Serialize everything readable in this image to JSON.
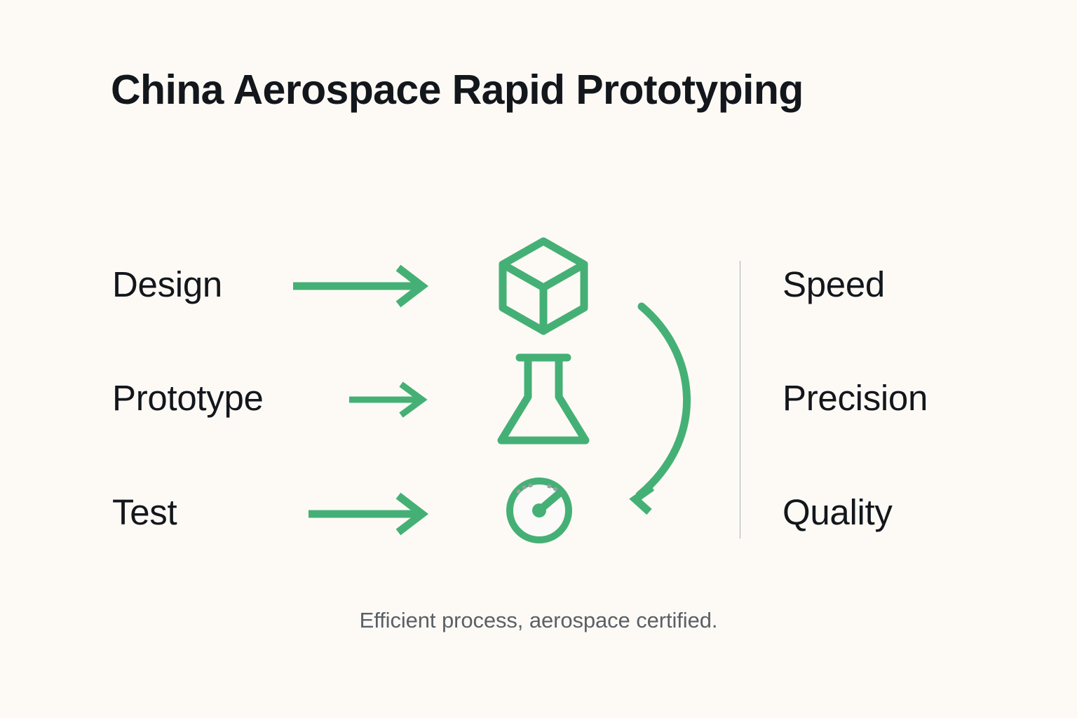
{
  "page": {
    "title": "China Aerospace Rapid Prototyping",
    "caption": "Efficient process, aerospace certified.",
    "background_color": "#fdfaf6",
    "accent_color": "#45b075",
    "text_color": "#13171c",
    "muted_text_color": "#5b6066",
    "divider_color": "#9aa0a6"
  },
  "rows": [
    {
      "step": "Design",
      "benefit": "Speed",
      "icon": "cube-icon",
      "arrow": "arrow-right-icon"
    },
    {
      "step": "Prototype",
      "benefit": "Precision",
      "icon": "flask-icon",
      "arrow": "arrow-right-icon"
    },
    {
      "step": "Test",
      "benefit": "Quality",
      "icon": "gauge-icon",
      "arrow": "arrow-right-icon"
    }
  ],
  "loop": {
    "icon": "curved-arrow-down-icon"
  }
}
